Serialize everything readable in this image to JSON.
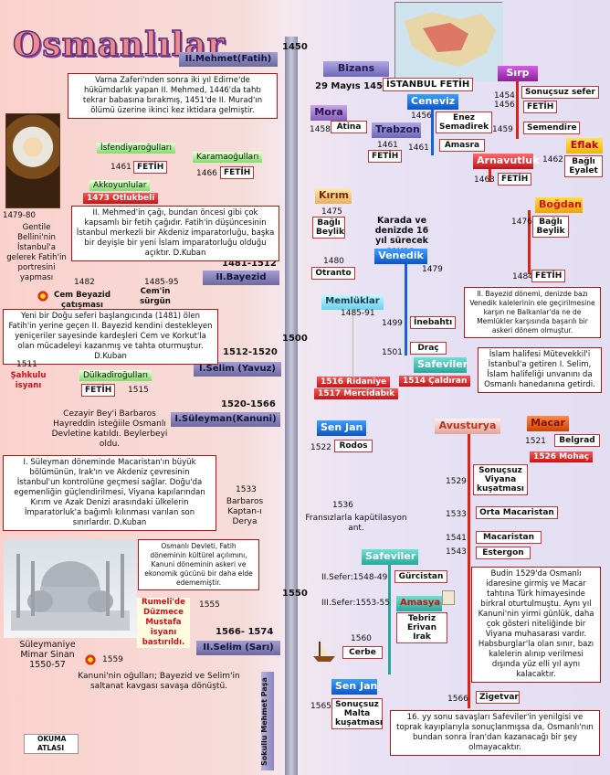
{
  "title": "Osmanlılar",
  "years": {
    "y1450": "1450",
    "y1500": "1500",
    "y1550": "1550"
  },
  "sultans": {
    "fatih": "II.Mehmet(Fatih)",
    "bayezid_dates": "1481-1512",
    "bayezid": "II.Bayezid",
    "selim1_dates": "1512-1520",
    "selim1": "I.Selim (Yavuz)",
    "suleyman_dates": "1520-1566",
    "suleyman": "I.Süleyman(Kanuni)",
    "selim2_dates": "1566- 1574",
    "selim2": "II.Selim (Sarı)",
    "sokullu": "Sokullu Mehmet Paşa"
  },
  "left": {
    "varna": "Varna Zaferi'nden sonra iki yıl Edirne'de hükümdarlık yapan II. Mehmed, 1446'da tahtı tekrar babasına bırakmış, 1451'de II. Murad'ın ölümü üzerine ikinci kez iktidara gelmiştir.",
    "isfendiyar": "İsfendiyaroğulları",
    "y1461": "1461",
    "fetih1": "FETİH",
    "karaman": "Karamaoğulları",
    "y1466": "1466",
    "fetih2": "FETİH",
    "akkoyun": "Akkoyunlular",
    "otlukbeli": "1473  Otlukbeli",
    "y1479": "1479-80",
    "bellini": "Gentile Bellini'nin İstanbul'a gelerek Fatih'in portresini yapması",
    "fatih_quote": "II. Mehmed'in çağı, bundan öncesi gibi çok kapsamlı bir fetih çağıdır. Fatih'in düşüncesinin İstanbul merkezli bir Akdeniz imparatorluğu, başka bir deyişle bir yeni İslam imparatorluğu olduğu açıktır.  D.Kuban",
    "y1482": "1482",
    "cem_conflict": "Cem Beyazid çatışması",
    "y1485": "1485-95",
    "cem_exile": "Cem'in sürgün",
    "bayezid_quote": "Yeni bir Doğu seferi başlangıcında (1481) ölen Fatih'in yerine geçen II. Bayezid kendini destekleyen yeniçeriler sayesinde kardeşleri Cem ve Korkut'la olan mücadeleyi kazanmış ve tahta oturmuştur. D.Kuban",
    "y1511": "1511",
    "sahkulu": "Şahkulu isyanı",
    "dulkadir": "Dülkadiroğulları",
    "fetih3": "FETİH",
    "y1515": "1515",
    "barbaros1": "Cezayir Bey'i Barbaros Hayreddin isteğiile Osmanlı Devletine katıldı. Beylerbeyi oldu.",
    "suleyman_quote": "I. Süleyman döneminde Macaristan'ın büyük bölümünün, Irak'ın ve Akdeniz çevresinin İstanbul'un kontrolüne geçmesi sağlar. Doğu'da egemenliğin güçlendirilmesi, Viyana kapılarından Kırım ve Azak Denizi arasındaki ülkelerin İmparatorluk'a bağımlı kılınması varılan son sınırlardır. D.Kuban",
    "y1533": "1533",
    "barbaros2": "Barbaros Kaptan-ı Derya",
    "kultur": "Osmanlı Devleti, Fatih döneminin kültürel açılımını, Kanuni döneminin askeri ve ekonomik gücünü bir daha elde edememiştir.",
    "mustafa": "Rumeli'de Düzmece Mustafa isyanı bastırıldı.",
    "y1555": "1555",
    "mosque": "Süleymaniye Mimar  Sinan 1550-57",
    "y1559": "1559",
    "kavga": "Kanuni'nin oğulları; Bayezid ve Selim'in saltanat kavgası savaşa dönüştü.",
    "logo": "OKUMA ATLASI"
  },
  "right": {
    "bizans": "Bizans",
    "mayis": "29 Mayıs 1453",
    "istanbul": "İSTANBUL FETİH",
    "sirp": "Sırp",
    "y1454": "1454",
    "y1456a": "1456",
    "sonucsuz1": "Sonuçsuz  sefer",
    "fetih_sirp": "FETİH",
    "ceneviz": "Ceneviz",
    "y1456b": "1456",
    "enez": "Enez Semadirek",
    "mora": "Mora",
    "y1458": "1458",
    "atina": "Atina",
    "trabzon": "Trabzon",
    "y1461b": "1461",
    "fetih_trb": "FETİH",
    "y1461c": "1461",
    "amasra": "Amasra",
    "y1459": "1459",
    "semendire": "Semendire",
    "arnavut": "Arnavutluk",
    "y1463": "1463",
    "fetih_arn": "FETİH",
    "eflak": "Eflak",
    "y1462": "1462",
    "bagli_eflak": "Bağlı Eyalet",
    "kirim": "Kırım",
    "y1475": "1475",
    "bagli_kirim": "Bağlı Beylik",
    "karadeniz": "Karada ve denizde 16 yıl sürecek savaş.",
    "bogdan": "Boğdan",
    "y1476": "1476",
    "bagli_bogdan": "Bağlı Beylik",
    "venedik": "Venedik",
    "y1480": "1480",
    "otranto": "Otranto",
    "y1479b": "1479",
    "y1484": "1484",
    "fetih_bog": "FETİH",
    "memluk": "Memlüklar",
    "y1485b": "1485-91",
    "venedik_note": "II. Bayezid dönemi, denizde bazı Venedik kalelerinin ele geçirilmesine karşın ne Balkanlar'da ne de Memlükler karşısında başarılı bir askeri dönem olmuştur.",
    "y1499": "1499",
    "inebahti": "İnebahtı",
    "y1501": "1501",
    "drac": "Draç",
    "safevi1": "Safeviler",
    "ridaniye": "1516  Ridaniye",
    "caldiran": "1514  Çaldıran",
    "mercidabik": "1517  Mercidabık",
    "halife": "İslam halifesi Mütevekkil'i İstanbul'a getiren I. Selim, İslam halifeliği unvanını da Osmanlı hanedanına getirdi.",
    "senjan1": "Sen Jan",
    "y1522": "1522",
    "rodos": "Rodos",
    "avusturya": "Avusturya",
    "macar": "Macar",
    "y1521": "1521",
    "belgrad": "Belgrad",
    "mohac": "1526  Mohaç",
    "y1529": "1529",
    "viyana": "Sonuçsuz Viyana kuşatması",
    "y1536": "1536",
    "kapitulasyon": "Fransızlarla kapütilasyon ant.",
    "y1533b": "1533",
    "orta_macar": "Orta Macaristan",
    "y1541": "1541",
    "macaristan": "Macaristan",
    "y1543": "1543",
    "estergon": "Estergon",
    "safevi2": "Safeviler",
    "sefer2": "II.Sefer:1548-49",
    "gurcistan": "Gürcistan",
    "sefer3": "III.Sefer:1553-55",
    "amasya": "Amasya",
    "tebriz": "Tebriz Erivan Irak",
    "budin": "Budin 1529'da Osmanlı idaresine girmiş ve Macar tahtına Türk himayesinde birkral oturtulmuştu. Aynı yıl Kanuni'nin yirmi günlük, daha çok gösteri niteliğinde bir Viyana muhasarası vardır. Habsburglar'la olan sınır, bazı kalelerin alınıp verilmesi dışında yüz elli yıl aynı kalacaktır.",
    "y1560": "1560",
    "cerbe": "Cerbe",
    "senjan2": "Sen Jan",
    "y1565": "1565",
    "malta": "Sonuçsuz Malta kuşatması",
    "y1566": "1566",
    "zigetvar": "Zigetvar",
    "safevi_note": "16. yy sonu savaşları Safeviler'in yenilgisi ve toprak kayıplarıyla sonuçlanmışsa da, Osmanlı'nın bundan sonra İran'dan kazanacağı bir şey olmayacaktır."
  }
}
